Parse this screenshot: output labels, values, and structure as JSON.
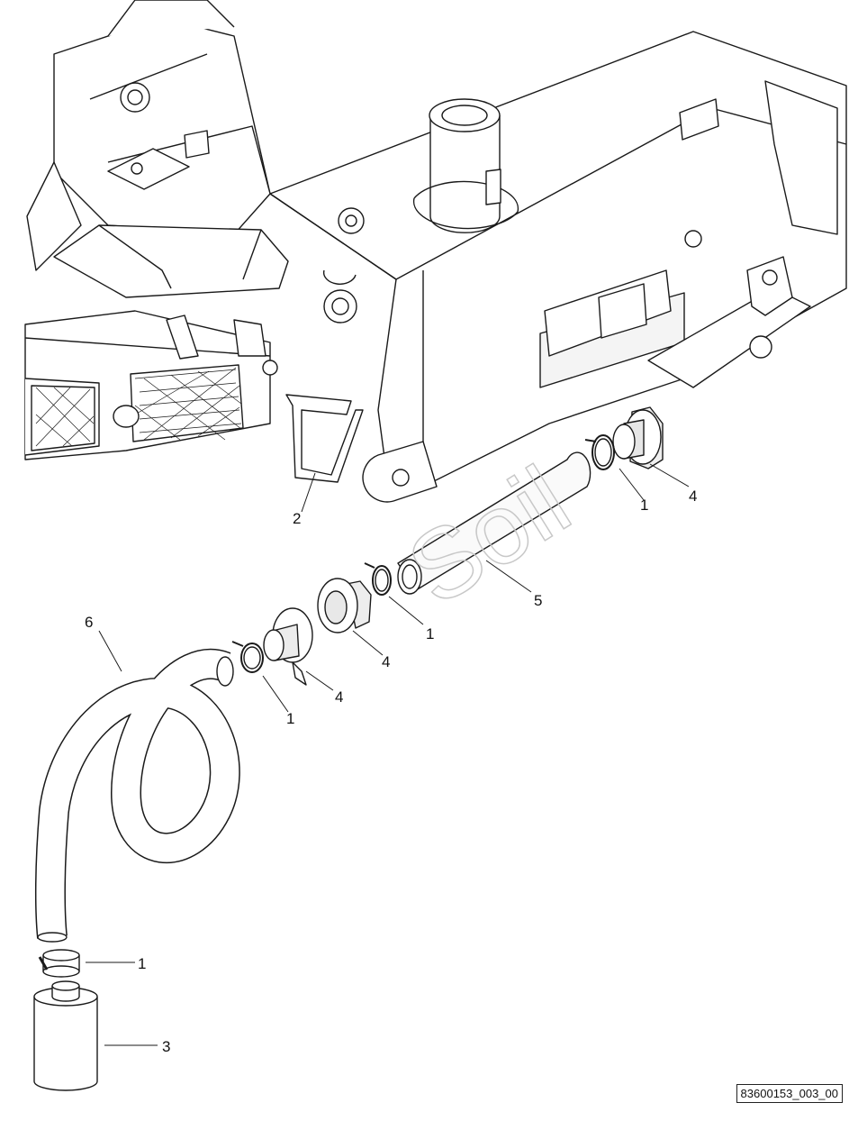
{
  "callouts": {
    "hose_clamp": "1",
    "handle": "2",
    "canister": "3",
    "adapter": "4",
    "tube": "5",
    "hose": "6"
  },
  "reference_code": "83600153_003_00",
  "watermark": "Soil",
  "colors": {
    "line": "#1a1a1a",
    "fill": "#ffffff",
    "shade": "#d9d9d9"
  }
}
